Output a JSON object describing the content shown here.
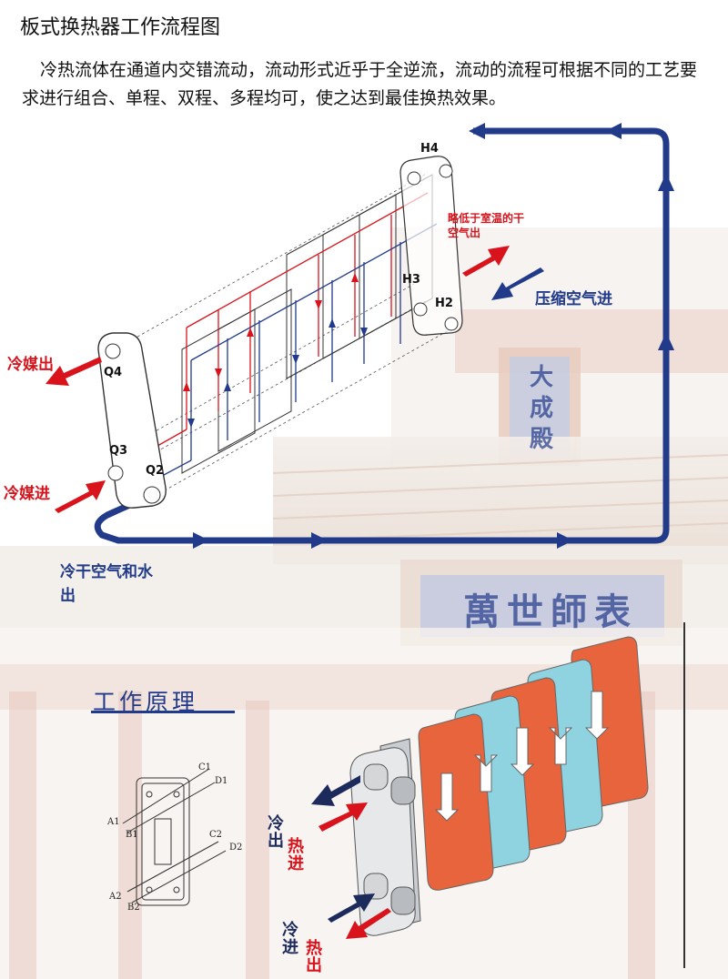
{
  "title": "板式换热器工作流程图",
  "description": "冷热流体在通道内交错流动，流动形式近乎于全逆流，流动的流程可根据不同的工艺要求进行组合、单程、双程、多程均可，使之达到最佳换热效果。",
  "diagram": {
    "port_labels": {
      "h4": "H4",
      "h3": "H3",
      "h2": "H2",
      "q4": "Q4",
      "q3": "Q3",
      "q2": "Q2"
    },
    "flow_labels": {
      "dry_air_out": "略低于室温的干空气出",
      "compressed_air_in": "压缩空气进",
      "coolant_out": "冷媒出",
      "coolant_in": "冷媒进",
      "cold_dry_air_out": "冷干空气和水出"
    },
    "colors": {
      "hot_flow": "#d8131b",
      "cold_flow": "#213a8a",
      "red_plate": "#e8643c",
      "blue_plate": "#8fd3e0"
    }
  },
  "principle": {
    "title": "工作原理",
    "pin_labels": {
      "c1": "C1",
      "d1": "D1",
      "a1": "A1",
      "b1": "B1",
      "c2": "C2",
      "d2": "D2",
      "a2": "A2",
      "b2": "B2"
    },
    "flow_labels": {
      "cold_out": "冷出",
      "hot_in": "热进",
      "cold_in": "冷进",
      "hot_out": "热出"
    }
  },
  "background_signs": {
    "upper": "大成殿",
    "lower": "萬世師表"
  }
}
